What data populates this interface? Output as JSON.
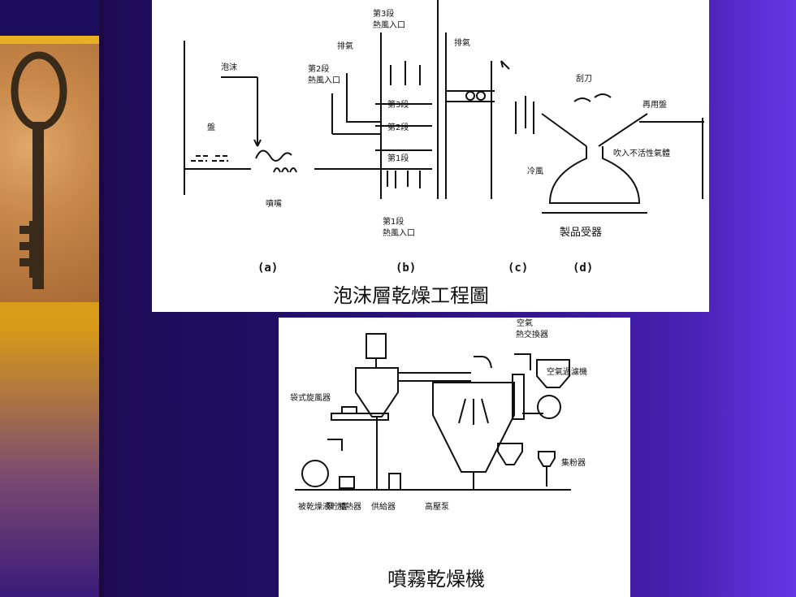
{
  "foam_diagram": {
    "caption": "泡沫層乾燥工程圖",
    "labels": {
      "foam": "泡沫",
      "tray": "盤",
      "nozzle": "噴嘴",
      "exhaust_1": "排氣",
      "exhaust_2": "排氣",
      "stage3_inlet_top": "第3段",
      "stage3_inlet_bottom": "熱風入口",
      "stage2_inlet_top": "第2段",
      "stage2_inlet_bottom": "熱風入口",
      "stage3": "第3段",
      "stage2": "第2段",
      "stage1": "第1段",
      "stage1_inlet_top": "第1段",
      "stage1_inlet_bottom": "熱風入口",
      "cold_air": "冷風",
      "scraper": "刮刀",
      "reuse_tray": "再用盤",
      "inert_gas": "吹入不活性氣體",
      "product_receiver": "製品受器"
    },
    "subfigures": [
      "(a)",
      "(b)",
      "(c)",
      "(d)"
    ]
  },
  "spray_diagram": {
    "caption": "噴霧乾燥機",
    "labels": {
      "air": "空氣",
      "heat_exchanger": "熱交換器",
      "air_filter": "空氣過濾機",
      "bag_cyclone": "袋式旋風器",
      "powder": "集粉器",
      "tank": "被乾燥液貯槽",
      "pump": "泵",
      "heater": "加熱器",
      "feeder": "供給器",
      "hp_pump": "高壓泵"
    }
  }
}
